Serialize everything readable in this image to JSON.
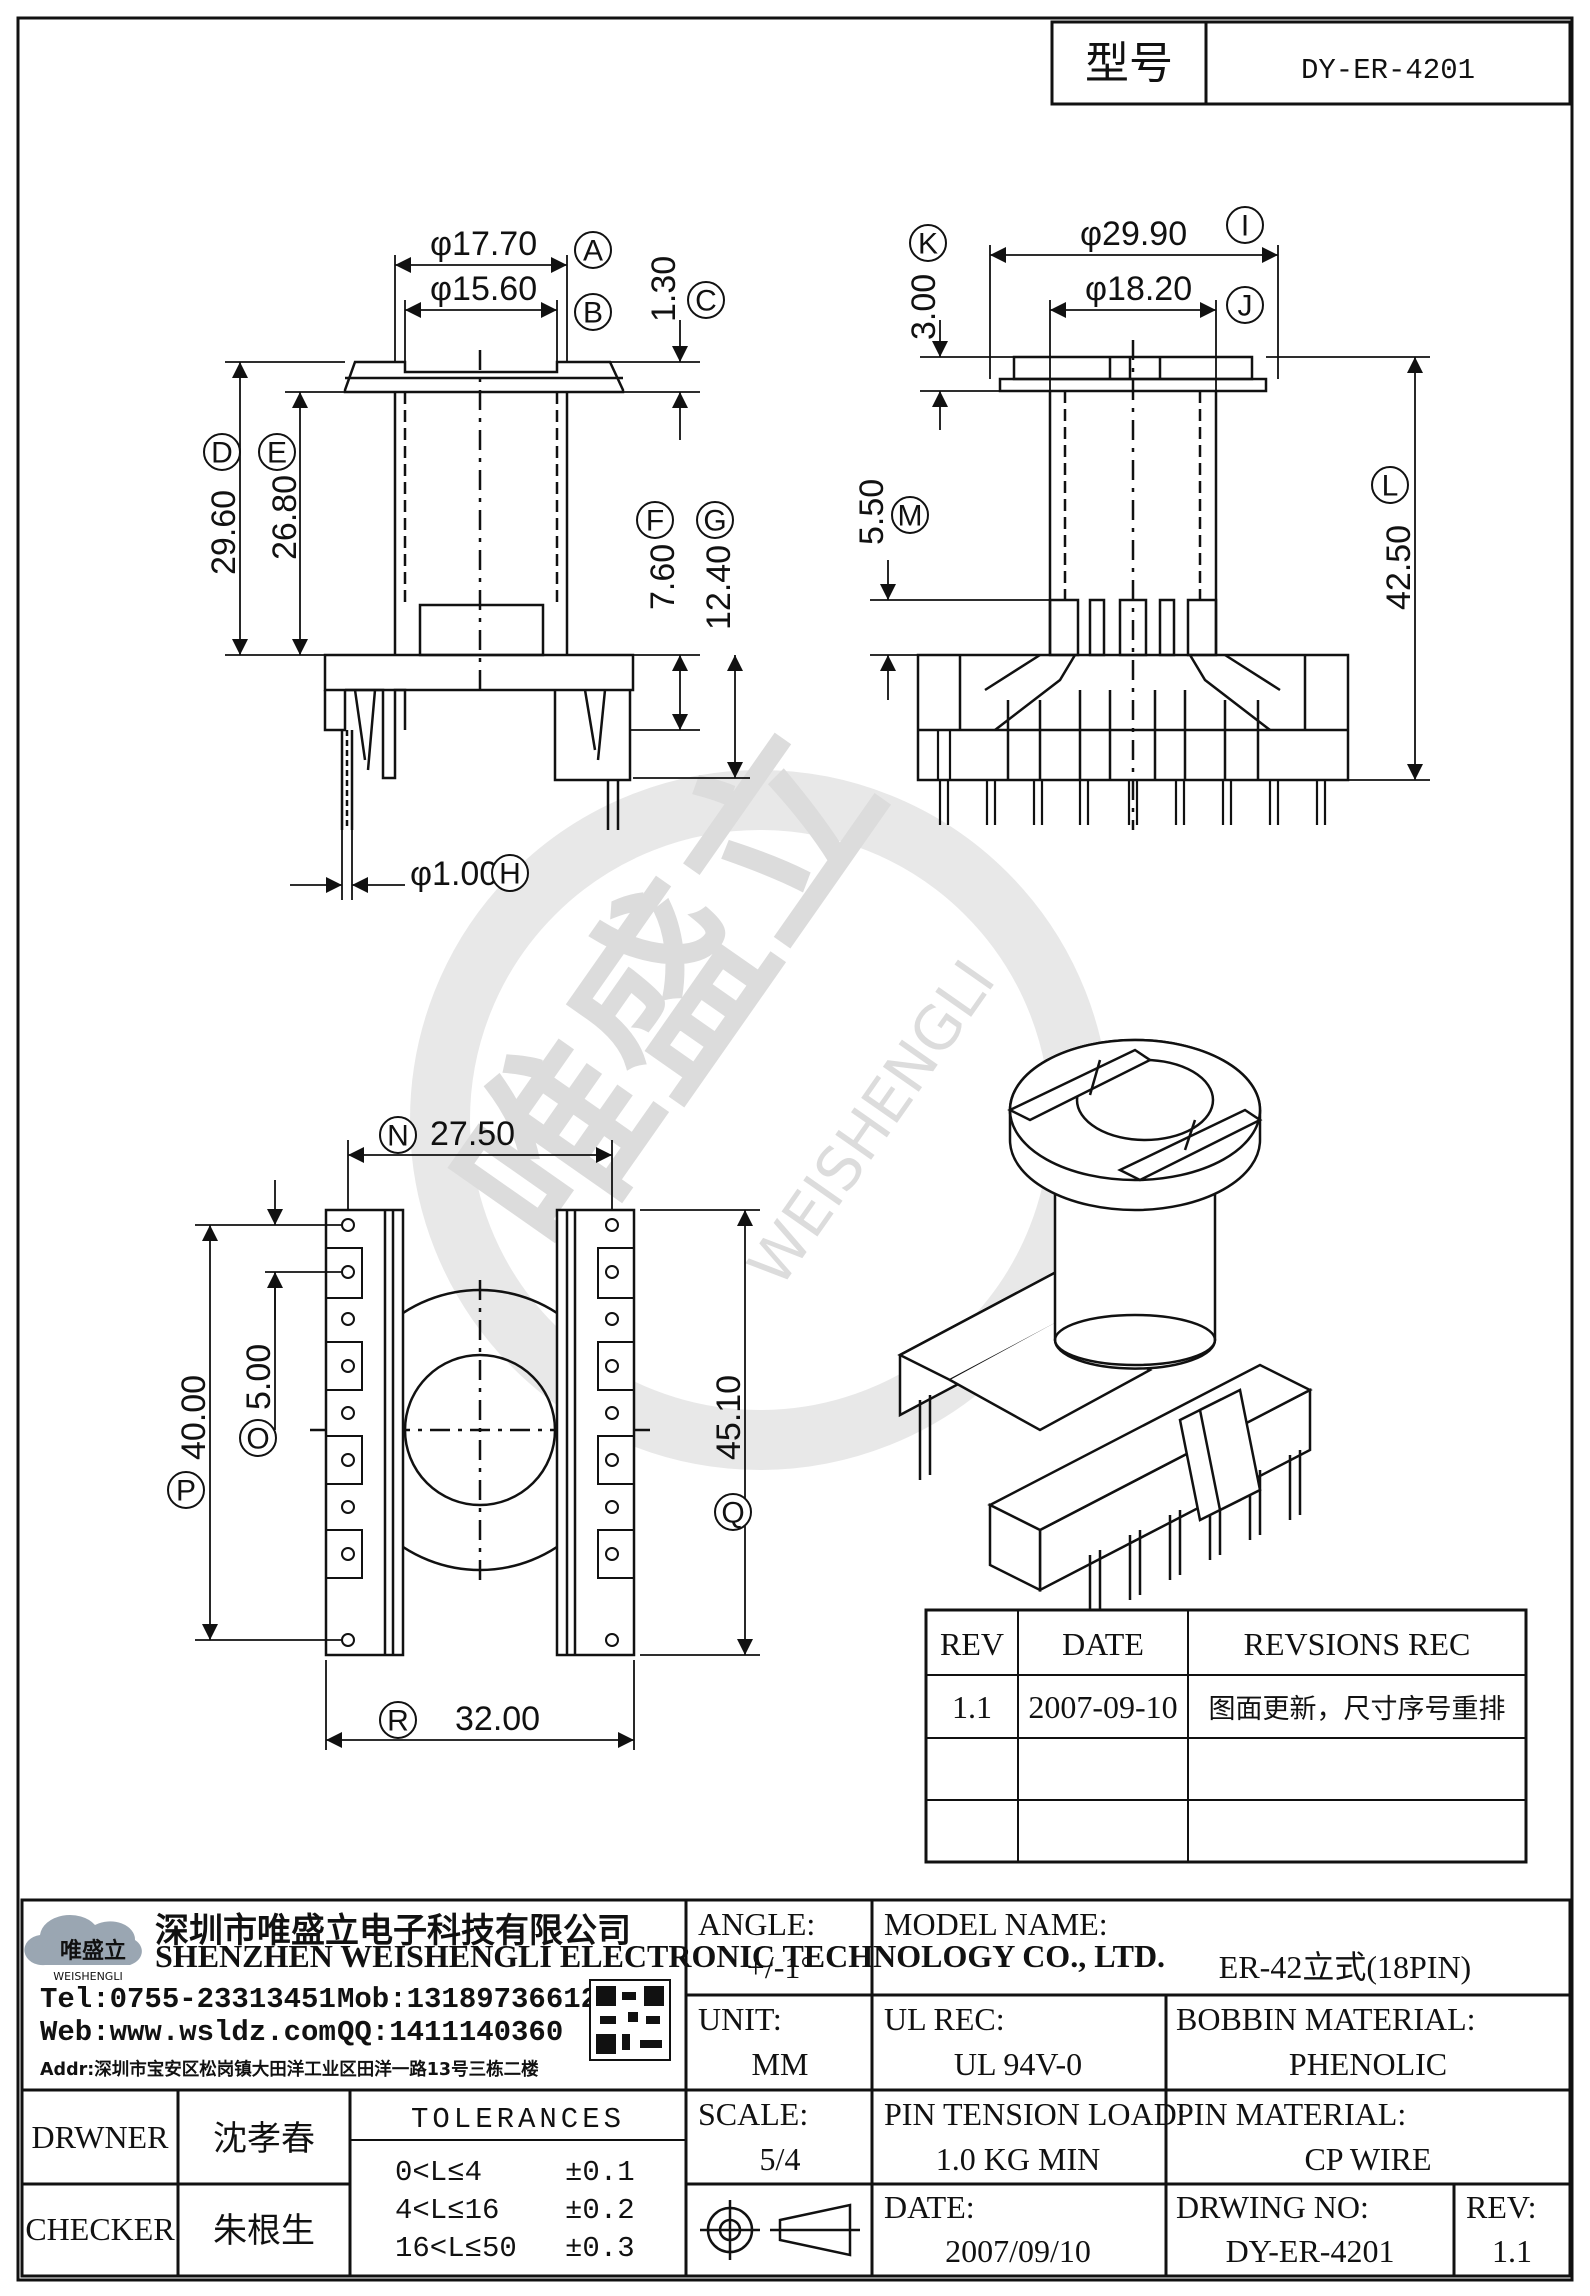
{
  "header": {
    "model_label": "型号",
    "model_value": "DY-ER-4201"
  },
  "watermark": {
    "brand": "唯盛立",
    "brand_en": "WEISHENGLI"
  },
  "front_view": {
    "dims": [
      {
        "id": "A",
        "value": "φ17.70"
      },
      {
        "id": "B",
        "value": "φ15.60"
      },
      {
        "id": "C",
        "value": "1.30"
      },
      {
        "id": "D",
        "value": "29.60"
      },
      {
        "id": "E",
        "value": "26.80"
      },
      {
        "id": "F",
        "value": "7.60"
      },
      {
        "id": "G",
        "value": "12.40"
      },
      {
        "id": "H",
        "value": "φ1.00"
      }
    ]
  },
  "side_view": {
    "dims": [
      {
        "id": "I",
        "value": "φ29.90"
      },
      {
        "id": "J",
        "value": "φ18.20"
      },
      {
        "id": "K",
        "value": "3.00"
      },
      {
        "id": "L",
        "value": "42.50"
      },
      {
        "id": "M",
        "value": "5.50"
      }
    ]
  },
  "bottom_view": {
    "dims": [
      {
        "id": "N",
        "value": "27.50"
      },
      {
        "id": "O",
        "value": "5.00"
      },
      {
        "id": "P",
        "value": "40.00"
      },
      {
        "id": "Q",
        "value": "45.10"
      },
      {
        "id": "R",
        "value": "32.00"
      }
    ]
  },
  "revisions": {
    "headers": [
      "REV",
      "DATE",
      "REVSIONS REC"
    ],
    "rows": [
      [
        "1.1",
        "2007-09-10",
        "图面更新，尺寸序号重排"
      ],
      [
        "",
        "",
        ""
      ],
      [
        "",
        "",
        ""
      ]
    ]
  },
  "company": {
    "logo_text": "唯盛立",
    "logo_sub": "WEISHENGLI",
    "name_cn": "深圳市唯盛立电子科技有限公司",
    "name_en": "SHENZHEN WEISHENGLI ELECTRONIC TECHNOLOGY CO., LTD.",
    "tel": "Tel:0755-23313451",
    "mob": "Mob:13189736612",
    "web": "Web:www.wsldz.com",
    "qq": "QQ:1411140360",
    "addr": "Addr:深圳市宝安区松岗镇大田洋工业区田洋一路13号三栋二楼"
  },
  "title_block": {
    "drawer_label": "DRWNER",
    "drawer": "沈孝春",
    "checker_label": "CHECKER",
    "checker": "朱根生",
    "tolerances_label": "TOLERANCES",
    "tolerances": [
      {
        "range": "0<L≤4",
        "tol": "±0.1"
      },
      {
        "range": "4<L≤16",
        "tol": "±0.2"
      },
      {
        "range": "16<L≤50",
        "tol": "±0.3"
      }
    ],
    "angle_label": "ANGLE:",
    "angle": "+/-1°",
    "unit_label": "UNIT:",
    "unit": "MM",
    "scale_label": "SCALE:",
    "scale": "5/4",
    "model_name_label": "MODEL NAME:",
    "model_name": "ER-42立式(18PIN)",
    "ul_label": "UL REC:",
    "ul": "UL 94V-0",
    "bobbin_label": "BOBBIN MATERIAL:",
    "bobbin": "PHENOLIC",
    "tension_label": "PIN TENSION LOAD:",
    "tension": "1.0 KG MIN",
    "pin_mat_label": "PIN MATERIAL:",
    "pin_mat": "CP WIRE",
    "date_label": "DATE:",
    "date": "2007/09/10",
    "dwg_label": "DRWING NO:",
    "dwg": "DY-ER-4201",
    "rev_label": "REV:",
    "rev": "1.1"
  }
}
